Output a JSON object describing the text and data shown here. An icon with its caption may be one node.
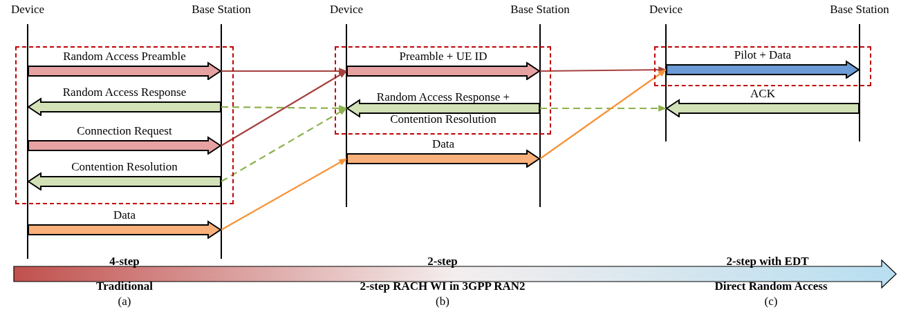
{
  "diagram": {
    "nodes": [
      {
        "text": [],
        "shape": "box"
      },
      {
        "text": [
          "Random Access Preamble"
        ],
        "in": 0
      },
      {
        "text": [
          "Random Access Response"
        ],
        "in": 0
      },
      {
        "text": [
          "Connection Request"
        ],
        "in": 0
      },
      {
        "text": [
          "Contention Resolution"
        ],
        "in": 0
      },
      {
        "text": [
          "Data"
        ]
      },
      {
        "text": [],
        "shape": "box"
      },
      {
        "text": [
          "Preamble + UE ID"
        ],
        "in": 6
      },
      {
        "text": [
          "Random Access Response + Contention Resolution"
        ],
        "in": 6
      },
      {
        "text": [
          "Data"
        ]
      },
      {
        "text": [],
        "shape": "box"
      },
      {
        "text": [
          "Pilot + Data"
        ],
        "in": 10
      },
      {
        "text": [
          "ACK"
        ]
      }
    ],
    "edges": [
      {
        "from": 1,
        "to": 7,
        "arrow": "to",
        "color": "#a5403d"
      },
      {
        "from": 2,
        "to": 8,
        "arrow": "to",
        "style": "dashed",
        "color": "#8db14b"
      },
      {
        "from": 3,
        "to": 7,
        "arrow": "to",
        "color": "#a5403d"
      },
      {
        "from": 4,
        "to": 8,
        "arrow": "to",
        "style": "dashed",
        "color": "#8db14b"
      },
      {
        "from": 5,
        "to": 9,
        "arrow": "to",
        "color": "#f79234"
      },
      {
        "from": 7,
        "to": 11,
        "arrow": "to",
        "color": "#a5403d"
      },
      {
        "from": 8,
        "to": 12,
        "arrow": "to",
        "style": "dashed",
        "color": "#8db14b"
      },
      {
        "from": 9,
        "to": 11,
        "arrow": "to",
        "color": "#f79234"
      }
    ],
    "labels": [
      "Device",
      "Base Station",
      "Device",
      "Base Station",
      "Device",
      "Base Station",
      "4-step",
      "2-step",
      "2-step with EDT",
      "Traditional",
      "2-step RACH WI in 3GPP RAN2",
      "Direct Random Access",
      "(a)",
      "(b)",
      "(c)"
    ]
  }
}
